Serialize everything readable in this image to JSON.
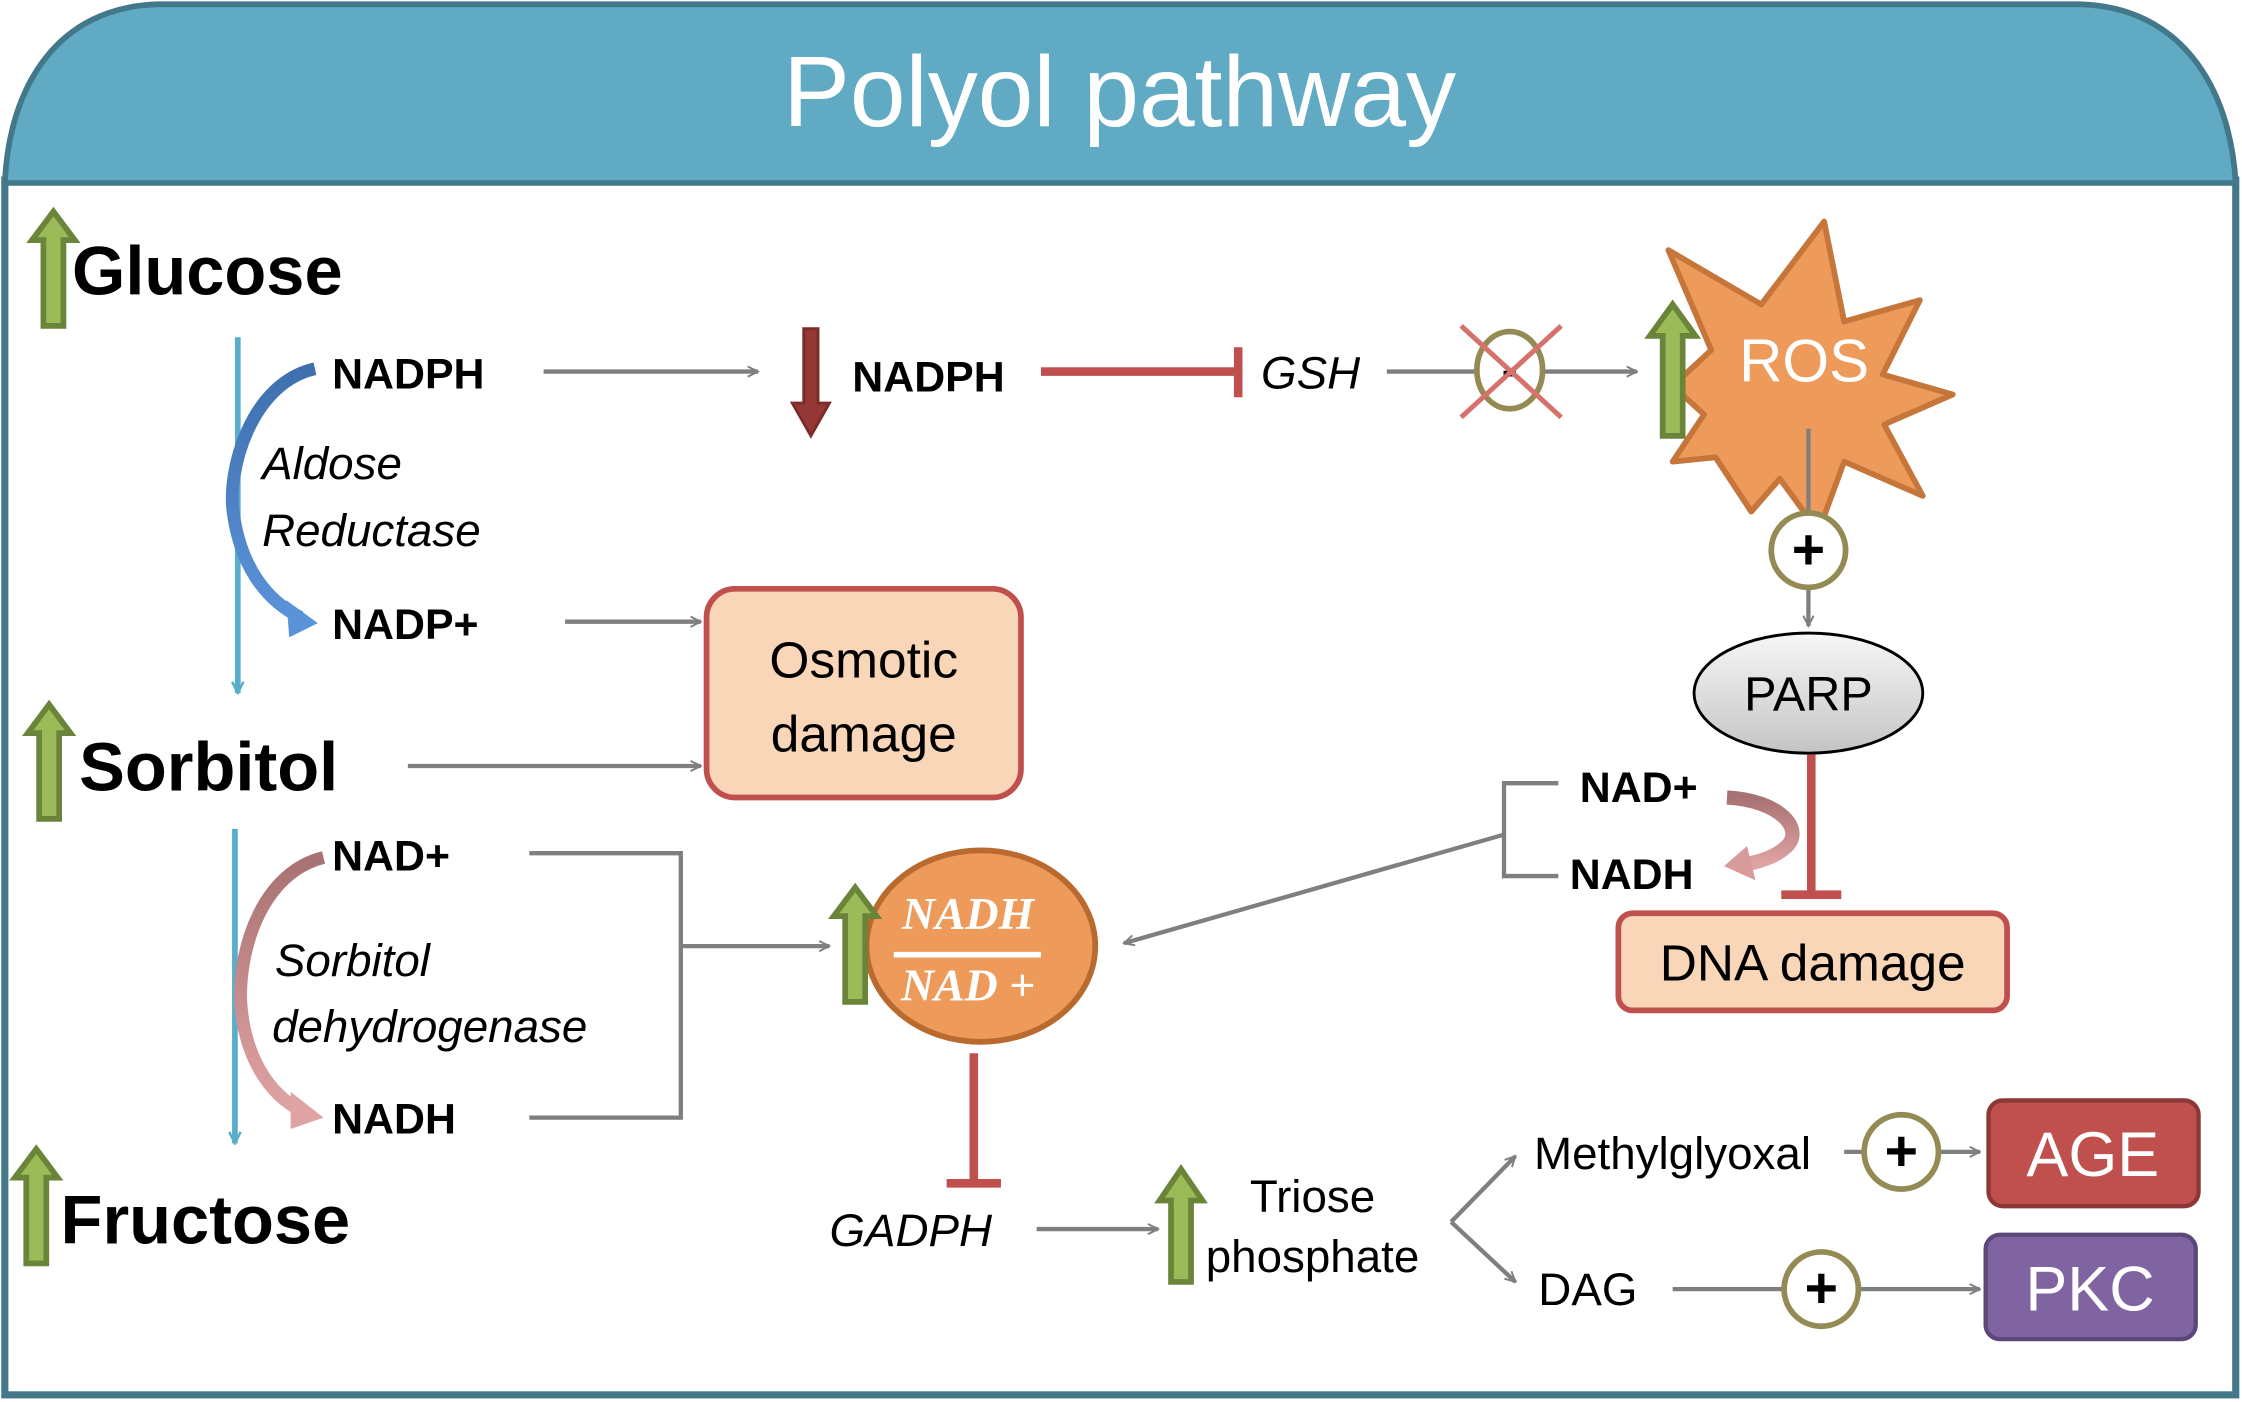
{
  "title": "Polyol pathway",
  "colors": {
    "header": "#61aac4",
    "frame": "#42788a",
    "up_arrow": "#9bbb59",
    "down_arrow": "#953735",
    "inhibition": "#c0504d",
    "ros": "#ee9a5b",
    "age": "#c0504d",
    "pkc": "#8064a2",
    "damage_box": "#f9d6b8"
  },
  "metabolites": {
    "glucose": "Glucose",
    "sorbitol": "Sorbitol",
    "fructose": "Fructose"
  },
  "cofactors": {
    "nadph_1": "NADPH",
    "nadp_plus": "NADP+",
    "nadph_2": "NADPH",
    "nad_plus_1": "NAD+",
    "nadh_1": "NADH",
    "nad_plus_2": "NAD+",
    "nadh_2": "NADH"
  },
  "enzymes": {
    "aldose_reductase_1": "Aldose",
    "aldose_reductase_2": "Reductase",
    "sdh_1": "Sorbitol",
    "sdh_2": "dehydrogenase"
  },
  "nodes": {
    "gsh": "GSH",
    "ros": "ROS",
    "parp": "PARP",
    "osmotic_1": "Osmotic",
    "osmotic_2": "damage",
    "dna_damage": "DNA damage",
    "ratio_top": "NADH",
    "ratio_bottom": "NAD +",
    "gadph": "GADPH",
    "triose_1": "Triose",
    "triose_2": "phosphate",
    "methylglyoxal": "Methylglyoxal",
    "dag": "DAG",
    "age": "AGE",
    "pkc": "PKC"
  },
  "signs": {
    "plus": "+",
    "minus": "-"
  }
}
